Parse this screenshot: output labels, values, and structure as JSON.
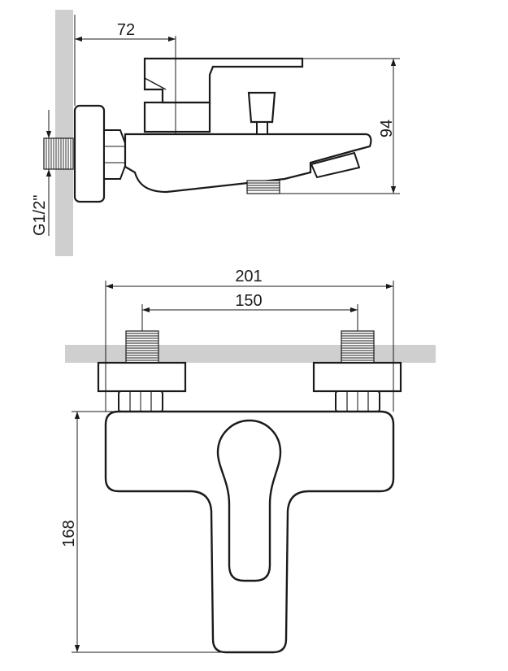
{
  "side_view": {
    "dim_depth": "72",
    "dim_height": "94",
    "thread_label": "G1/2\""
  },
  "front_view": {
    "dim_total_width": "201",
    "dim_center_spacing": "150",
    "dim_body_height": "168"
  },
  "colors": {
    "line": "#1a1a1a",
    "wall": "#cfcfcf"
  }
}
